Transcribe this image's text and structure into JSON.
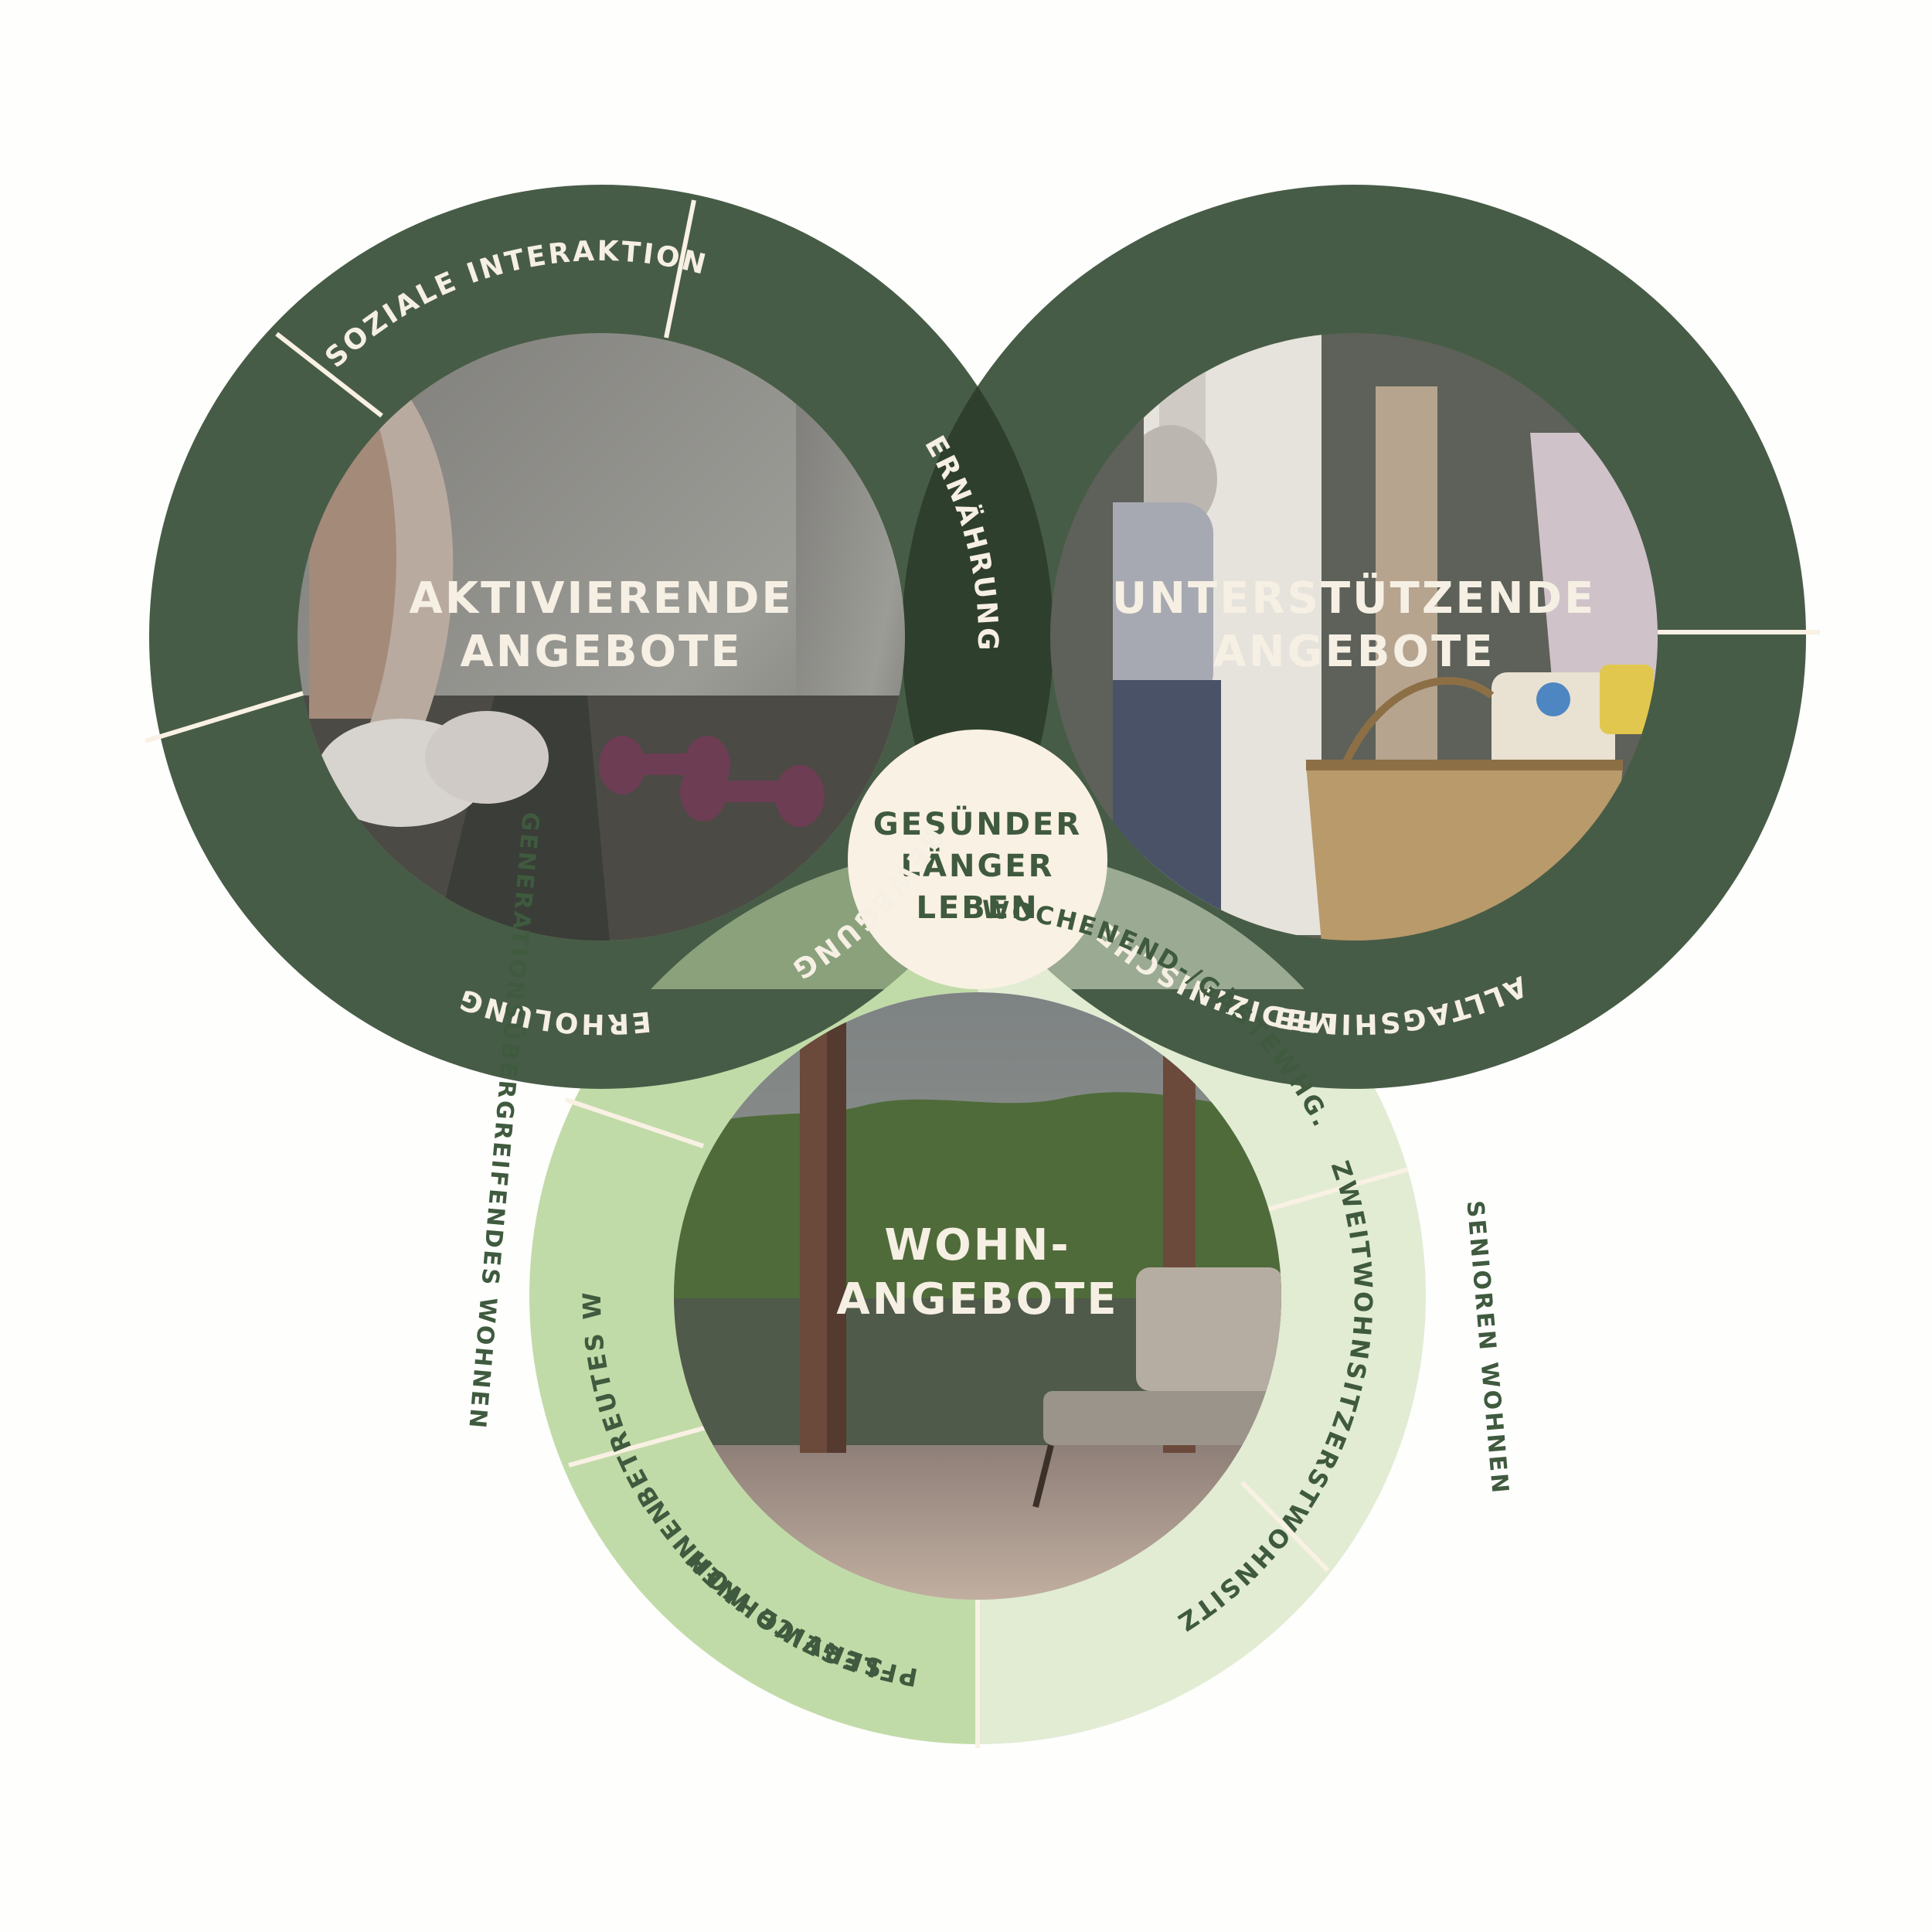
{
  "colors": {
    "dark_green": "#475c46",
    "overlap_green": "#2e3f2d",
    "light_green": "#c1dba8",
    "pale_green": "#e1ecd3",
    "cream": "#f9f1e3",
    "label_dark": "#3f5a3e",
    "page_bg": "#fefefd"
  },
  "circles": {
    "activating": {
      "title_line1": "AKTIVIERENDE",
      "title_line2": "ANGEBOTE",
      "photo": "woman-with-dumbbells-photo",
      "segments": [
        "BEWEGUNG",
        "ERHOLUNG",
        "ERNÄHRUNG",
        "SOZIALE INTERAKTION"
      ]
    },
    "supporting": {
      "title_line1": "UNTERSTÜTZENDE",
      "title_line2": "ANGEBOTE",
      "photo": "grocery-basket-photo",
      "segments": [
        "ALLTAGSHILFE",
        "MEDIZINISCHE HILFE"
      ]
    },
    "housing": {
      "title_line1": "WOHN-",
      "title_line2": "ANGEBOTE",
      "photo": "lake-terrace-photo",
      "segments": [
        "ERSTWOHNSITZ",
        "ZWEITWOHNSITZ",
        "WOCHENEND-/GÄSTEWHG.",
        "PFLEGEWOHNEN",
        "BETREUTES WOHNEN",
        "SERVICE WOHNEN"
      ]
    }
  },
  "center": {
    "line1": "GESÜNDER",
    "line2": "LÄNGER",
    "line3": "LEBEN"
  },
  "outer_labels": {
    "left": "GENERATIONSÜBERGREIFENDES WOHNEN",
    "right": "SENIOREN WOHNEN"
  }
}
